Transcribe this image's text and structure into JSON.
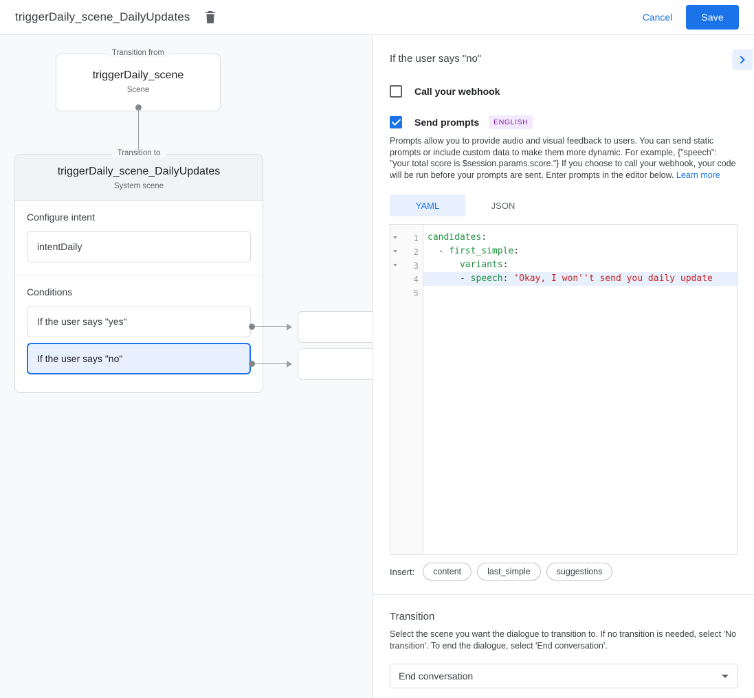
{
  "topbar": {
    "title": "triggerDaily_scene_DailyUpdates",
    "delete_icon": "trash-icon",
    "cancel_label": "Cancel",
    "save_label": "Save"
  },
  "graph": {
    "from_group_legend": "Transition from",
    "from_node_title": "triggerDaily_scene",
    "from_node_subtitle": "Scene",
    "to_group_legend": "Transition to",
    "to_node_title": "triggerDaily_scene_DailyUpdates",
    "to_node_subtitle": "System scene",
    "intent_section_label": "Configure intent",
    "intent_value": "intentDaily",
    "conditions_section_label": "Conditions",
    "conditions": [
      {
        "label": "If the user says \"yes\"",
        "selected": false
      },
      {
        "label": "If the user says \"no\"",
        "selected": true
      }
    ]
  },
  "panel": {
    "heading": "If the user says \"no\"",
    "collapse_icon": "chevron-right-icon",
    "webhook": {
      "label": "Call your webhook",
      "checked": false
    },
    "prompts": {
      "label": "Send prompts",
      "checked": true,
      "language_badge": "ENGLISH",
      "description": "Prompts allow you to provide audio and visual feedback to users. You can send static prompts or include custom data to make them more dynamic. For example, {\"speech\": \"your total score is $session.params.score.\"} If you choose to call your webhook, your code will be run before your prompts are sent. Enter prompts in the editor below.",
      "learn_more": "Learn more"
    },
    "editor": {
      "tabs": [
        {
          "label": "YAML",
          "active": true
        },
        {
          "label": "JSON",
          "active": false
        }
      ],
      "lines": [
        {
          "number": "1",
          "foldable": true,
          "highlighted": false,
          "tokens": [
            {
              "t": "candidates",
              "c": "key"
            },
            {
              "t": ":",
              "c": "punct"
            }
          ]
        },
        {
          "number": "2",
          "foldable": true,
          "highlighted": false,
          "tokens": [
            {
              "t": "  - ",
              "c": "punct"
            },
            {
              "t": "first_simple",
              "c": "key"
            },
            {
              "t": ":",
              "c": "punct"
            }
          ]
        },
        {
          "number": "3",
          "foldable": true,
          "highlighted": false,
          "tokens": [
            {
              "t": "      ",
              "c": "punct"
            },
            {
              "t": "variants",
              "c": "key"
            },
            {
              "t": ":",
              "c": "punct"
            }
          ]
        },
        {
          "number": "4",
          "foldable": false,
          "highlighted": true,
          "tokens": [
            {
              "t": "      - ",
              "c": "punct"
            },
            {
              "t": "speech",
              "c": "key"
            },
            {
              "t": ": ",
              "c": "punct"
            },
            {
              "t": "'Okay, I won''t send you daily update",
              "c": "str"
            }
          ]
        },
        {
          "number": "5",
          "foldable": false,
          "highlighted": false,
          "tokens": []
        }
      ],
      "insert_label": "Insert:",
      "insert_chips": [
        "content",
        "last_simple",
        "suggestions"
      ]
    },
    "transition": {
      "title": "Transition",
      "description": "Select the scene you want the dialogue to transition to. If no transition is needed, select 'No transition'. To end the dialogue, select 'End conversation'.",
      "selected_value": "End conversation",
      "dropdown_icon": "caret-down-icon"
    }
  },
  "colors": {
    "accent": "#1a73e8",
    "accent_light": "#e8f0fe",
    "canvas_bg": "#f8f9fa",
    "badge_bg": "#f3e8fd",
    "badge_fg": "#7b1fa2",
    "code_key": "#1e8e3e",
    "code_string": "#c5221f"
  }
}
